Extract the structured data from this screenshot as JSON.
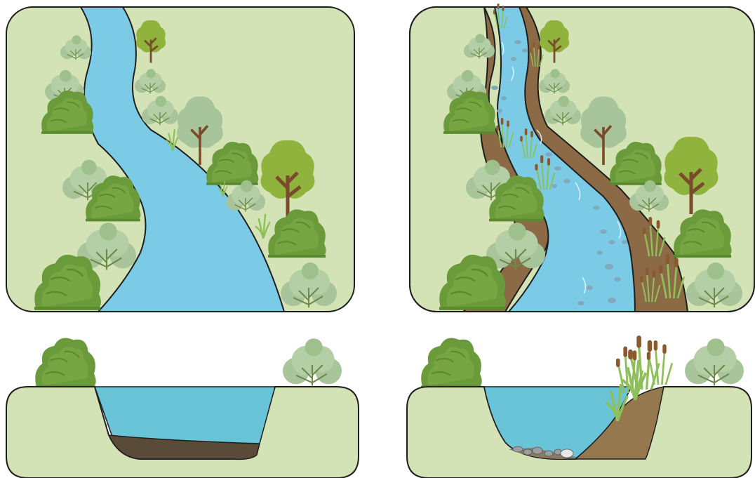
{
  "colors": {
    "land": "#d3e3b5",
    "water": "#7bcbe6",
    "water_section": "#6ac4d8",
    "sediment_dark": "#5a4a38",
    "soil": "#8b6a45",
    "bank_soil": "#96784f",
    "outline": "#1e1e1e",
    "tree_light": "#8fb33c",
    "tree_pale": "#a8c49a",
    "shrub_dark": "#6b9a3a",
    "trunk": "#7a4a2a",
    "reed": "#8fbf5a",
    "cattail": "#8a5a2e",
    "stone": "#7fa9bd"
  },
  "panels": [
    {
      "id": "channelized-plan",
      "kind": "plan"
    },
    {
      "id": "restored-plan",
      "kind": "plan"
    },
    {
      "id": "channelized-section",
      "kind": "section"
    },
    {
      "id": "restored-section",
      "kind": "section"
    }
  ]
}
